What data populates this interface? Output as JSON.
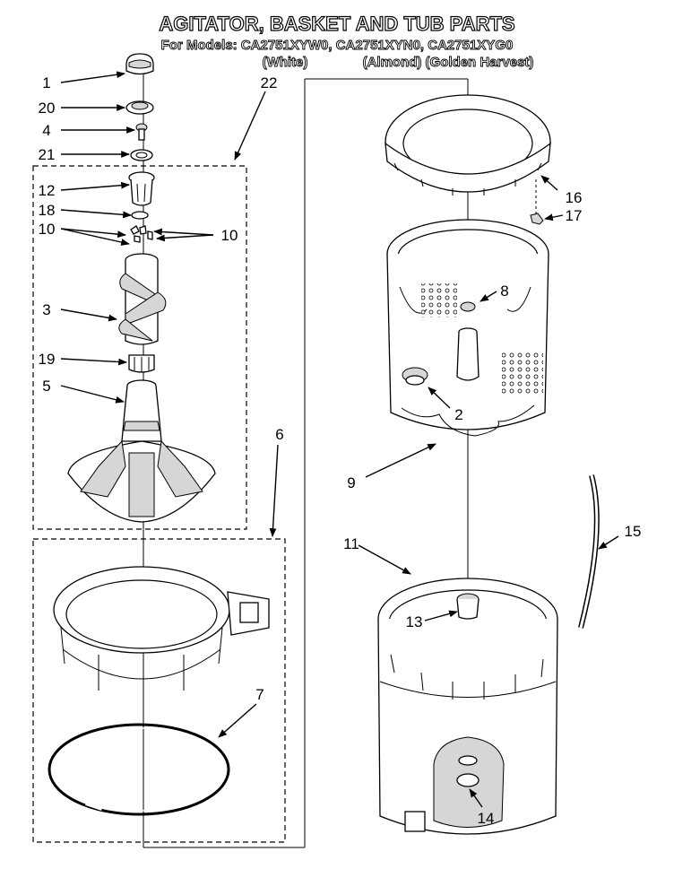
{
  "title": "AGITATOR, BASKET AND TUB PARTS",
  "models_line": "For Models: CA2751XYW0,  CA2751XYN0, CA2751XYG0",
  "colors_line_1": "(White)",
  "colors_line_2": "(Almond) (Golden Harvest)",
  "callouts": {
    "c1": "1",
    "c20": "20",
    "c4": "4",
    "c21": "21",
    "c12": "12",
    "c18": "18",
    "c10a": "10",
    "c10b": "10",
    "c3": "3",
    "c19": "19",
    "c5": "5",
    "c22": "22",
    "c6": "6",
    "c7": "7",
    "c16": "16",
    "c17": "17",
    "c8": "8",
    "c2": "2",
    "c9": "9",
    "c11": "11",
    "c15": "15",
    "c13": "13",
    "c14": "14"
  }
}
